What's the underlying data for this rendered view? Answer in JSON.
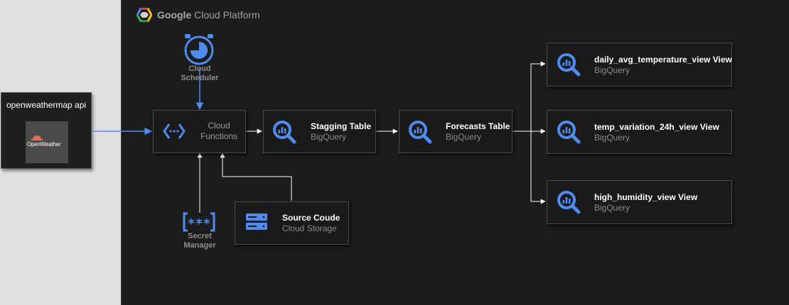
{
  "platform": {
    "brand_bold": "Google",
    "brand_rest": " Cloud Platform"
  },
  "external": {
    "title": "openweathermap api",
    "logo_text": "OpenWeather"
  },
  "scheduler": {
    "line1": "Cloud",
    "line2": "Scheduler"
  },
  "secret_manager": {
    "line1": "Secret",
    "line2": "Manager"
  },
  "functions": {
    "line1": "Cloud",
    "line2": "Functions"
  },
  "staging": {
    "title": "Stagging Table",
    "sub": "BigQuery"
  },
  "forecasts": {
    "title": "Forecasts Table",
    "sub": "BigQuery"
  },
  "source": {
    "title": "Source Coude",
    "sub": "Cloud Storage"
  },
  "views": [
    {
      "title": "daily_avg_temperature_view View",
      "sub": "BigQuery"
    },
    {
      "title": "temp_variation_24h_view View",
      "sub": "BigQuery"
    },
    {
      "title": "high_humidity_view View",
      "sub": "BigQuery"
    }
  ],
  "colors": {
    "accent_blue": "#4f8cf0",
    "panel_bg": "#1c1c1d",
    "arrow_white": "#ffffff"
  },
  "icons": {
    "platform": "gcp-hexagon-icon",
    "scheduler": "alarm-clock-icon",
    "secret_manager": "secret-asterisks-icon",
    "functions": "cloud-functions-icon",
    "bigquery": "bigquery-magnifier-icon",
    "storage": "storage-bucket-icon"
  }
}
